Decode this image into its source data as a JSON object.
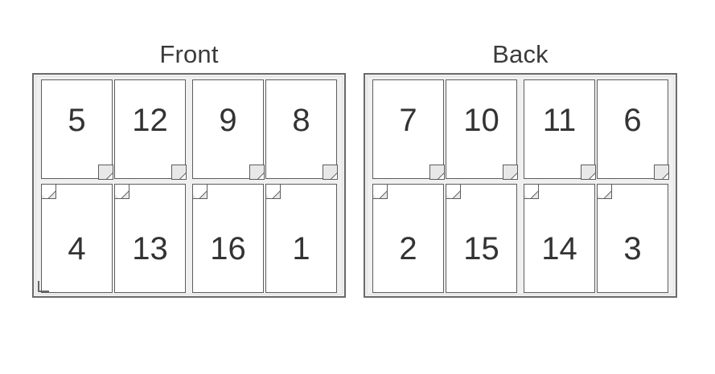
{
  "diagram": {
    "title_front": "Front",
    "title_back": "Back",
    "sheet_bg_color": "#f0f0f0",
    "page_bg_color": "#ffffff",
    "page_border_color": "#5d5d5d",
    "sheet_border_color": "#6a6a6a",
    "number_color": "#333333",
    "title_color": "#3b3b3b",
    "fold_fill_color": "#e8e8e8",
    "fold_icon_name_top": "folded-corner-bottom-right",
    "fold_icon_name_bottom": "folded-corner-top-left",
    "registration_mark_name": "corner-registration-mark"
  },
  "sheets": [
    {
      "id": "front",
      "label": "Front",
      "has_registration_mark": true,
      "rows": [
        {
          "id": "front-top",
          "orientation": "upright",
          "fold_corner": "bottom-right",
          "pairs": [
            {
              "pages": [
                "5",
                "12"
              ]
            },
            {
              "pages": [
                "9",
                "8"
              ]
            }
          ]
        },
        {
          "id": "front-bottom",
          "orientation": "rotated-180",
          "fold_corner": "top-left",
          "pairs": [
            {
              "pages": [
                "4",
                "13"
              ]
            },
            {
              "pages": [
                "16",
                "1"
              ]
            }
          ]
        }
      ]
    },
    {
      "id": "back",
      "label": "Back",
      "has_registration_mark": false,
      "rows": [
        {
          "id": "back-top",
          "orientation": "upright",
          "fold_corner": "bottom-right",
          "pairs": [
            {
              "pages": [
                "7",
                "10"
              ]
            },
            {
              "pages": [
                "11",
                "6"
              ]
            }
          ]
        },
        {
          "id": "back-bottom",
          "orientation": "rotated-180",
          "fold_corner": "top-left",
          "pairs": [
            {
              "pages": [
                "2",
                "15"
              ]
            },
            {
              "pages": [
                "14",
                "3"
              ]
            }
          ]
        }
      ]
    }
  ]
}
